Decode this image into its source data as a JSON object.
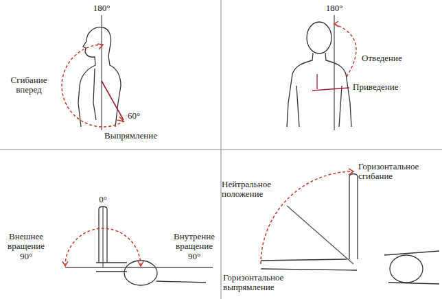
{
  "diagram": {
    "labels": [
      "180°",
      "Сгибание вперед",
      "60°",
      "Выпрямление",
      "180°",
      "Отведение",
      "Приведение",
      "0°",
      "Внешнее вращение 90°",
      "Внутренне вращение 90°",
      "Горизонтальное сгибание",
      "Нейтральное положение",
      "Горизонтальное выпрямление"
    ]
  }
}
